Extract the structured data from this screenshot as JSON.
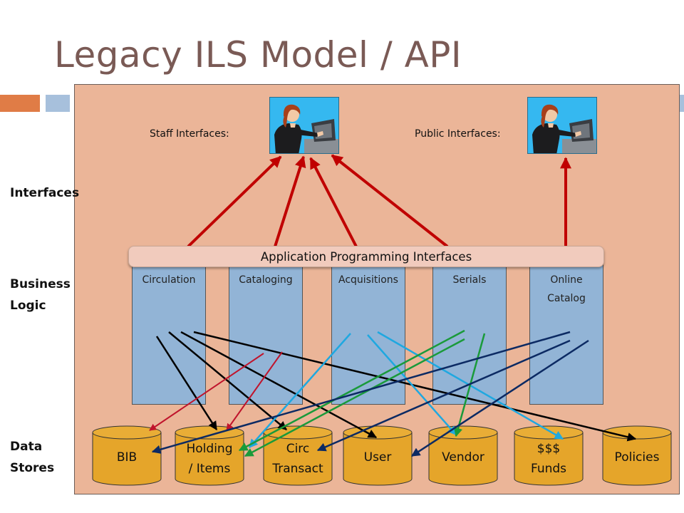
{
  "title": "Legacy ILS Model / API",
  "layers": {
    "interfaces": "Interfaces",
    "business_logic": "Business\nLogic",
    "data_stores": "Data\nStores"
  },
  "interface_labels": {
    "staff": "Staff Interfaces:",
    "public": "Public Interfaces:"
  },
  "api_bar": "Application Programming Interfaces",
  "modules": [
    {
      "label": "Circulation"
    },
    {
      "label": "Cataloging"
    },
    {
      "label": "Acquisitions"
    },
    {
      "label": "Serials"
    },
    {
      "label": "Online\nCatalog"
    }
  ],
  "data_stores": [
    {
      "label": "BIB"
    },
    {
      "label": "Holding\n/ Items"
    },
    {
      "label": "Circ\nTransact"
    },
    {
      "label": "User"
    },
    {
      "label": "Vendor"
    },
    {
      "label": "$$$\nFunds"
    },
    {
      "label": "Policies"
    }
  ],
  "icons": {
    "staff_user": "person-at-computer-icon",
    "public_user": "person-at-computer-icon"
  },
  "colors": {
    "panel": "#ebb598",
    "module": "#92b4d6",
    "store": "#e5a52a",
    "arrow_red": "#c00000",
    "arrow_black": "#000000",
    "arrow_navy": "#0c2a63",
    "arrow_cyan": "#1fa8e0",
    "arrow_green": "#1a9a3a",
    "arrow_crimson": "#c0142c"
  }
}
